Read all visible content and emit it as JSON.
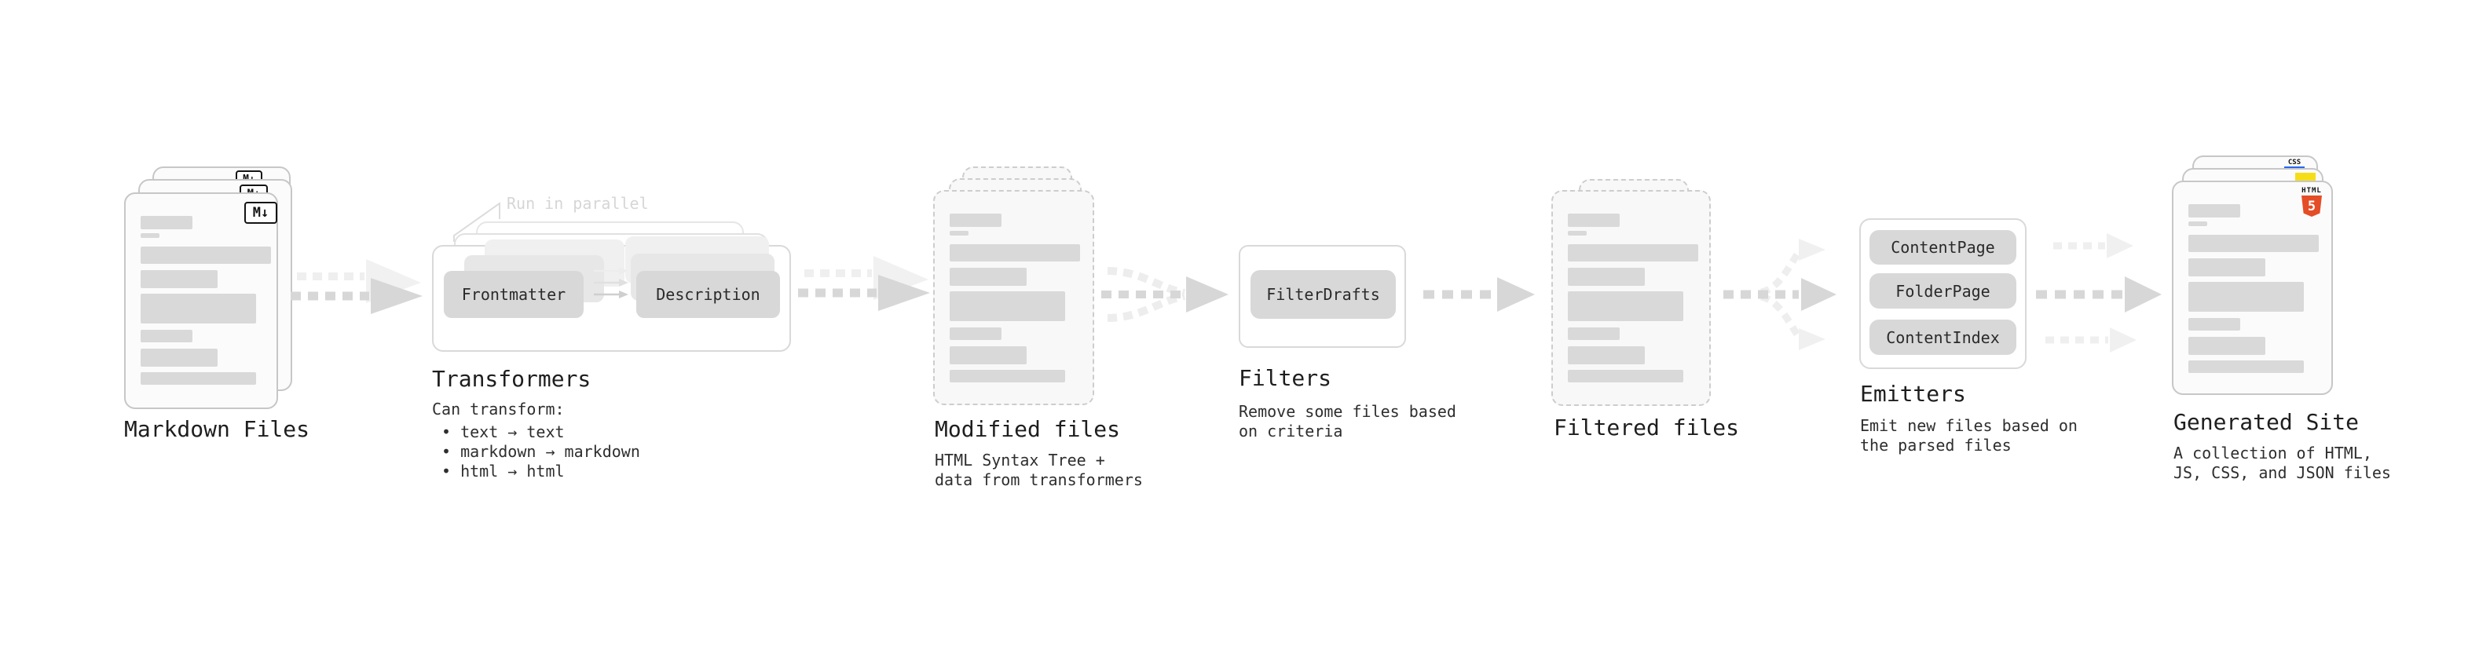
{
  "nodes": {
    "markdown_files": {
      "title": "Markdown Files",
      "badge": "M↓"
    },
    "transformers": {
      "title": "Transformers",
      "annotation": "Run in parallel",
      "button_left": "Frontmatter",
      "button_right": "Description",
      "intro": "Can transform:",
      "bullets": [
        "• text → text",
        "• markdown → markdown",
        "• html → html"
      ]
    },
    "modified_files": {
      "title": "Modified files",
      "subtitle": "HTML Syntax Tree +\ndata from transformers"
    },
    "filters": {
      "title": "Filters",
      "button": "FilterDrafts",
      "subtitle": "Remove some files based\non criteria"
    },
    "filtered_files": {
      "title": "Filtered files"
    },
    "emitters": {
      "title": "Emitters",
      "buttons": [
        "ContentPage",
        "FolderPage",
        "ContentIndex"
      ],
      "subtitle": "Emit new files based on\nthe parsed files"
    },
    "generated_site": {
      "title": "Generated Site",
      "subtitle": "A collection of HTML,\nJS, CSS, and JSON files",
      "badge_css": "CSS",
      "badge_html_label": "HTML",
      "badge_html_number": "5"
    }
  },
  "colors": {
    "background": "#ffffff",
    "page_fill": "#fbfbfb",
    "page_border": "#c7c7c7",
    "placeholder_bar": "#d9d9d9",
    "button_fill": "#d8d8d8",
    "arrow_dark": "#d7d7d7",
    "arrow_light": "#efefef",
    "text": "#1e1e1e",
    "annotation_text": "#d6d6d6",
    "html5_orange": "#e44d26",
    "js_yellow": "#f5de19",
    "css_blue": "#2965f1"
  }
}
